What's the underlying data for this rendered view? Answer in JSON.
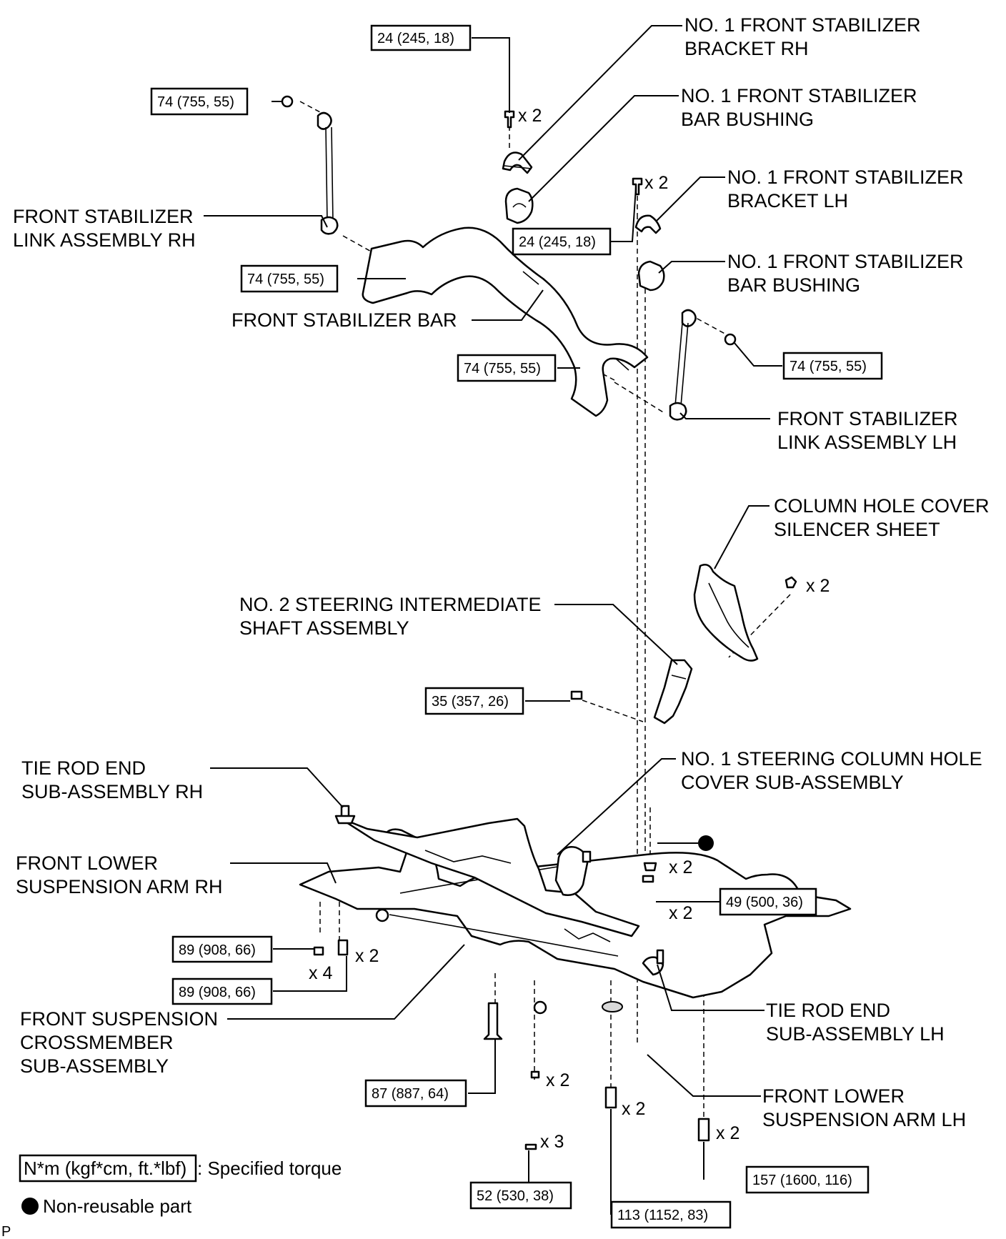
{
  "labels": {
    "bracket_rh": [
      "NO. 1 FRONT STABILIZER",
      "BRACKET RH"
    ],
    "bushing_rh": [
      "NO. 1 FRONT STABILIZER",
      "BAR BUSHING"
    ],
    "bracket_lh": [
      "NO. 1 FRONT STABILIZER",
      "BRACKET LH"
    ],
    "bushing_lh": [
      "NO. 1 FRONT STABILIZER",
      "BAR BUSHING"
    ],
    "link_rh": [
      "FRONT STABILIZER",
      "LINK ASSEMBLY RH"
    ],
    "stab_bar": [
      "FRONT STABILIZER BAR"
    ],
    "link_lh": [
      "FRONT STABILIZER",
      "LINK ASSEMBLY LH"
    ],
    "silencer": [
      "COLUMN HOLE COVER",
      "SILENCER SHEET"
    ],
    "int_shaft": [
      "NO. 2 STEERING INTERMEDIATE",
      "SHAFT ASSEMBLY"
    ],
    "hole_cover": [
      "NO. 1 STEERING COLUMN HOLE",
      "COVER SUB-ASSEMBLY"
    ],
    "tie_rod_rh": [
      "TIE ROD END",
      "SUB-ASSEMBLY RH"
    ],
    "arm_rh": [
      "FRONT LOWER",
      "SUSPENSION ARM RH"
    ],
    "crossmember": [
      "FRONT SUSPENSION",
      "CROSSMEMBER",
      "SUB-ASSEMBLY"
    ],
    "tie_rod_lh": [
      "TIE ROD END",
      "SUB-ASSEMBLY LH"
    ],
    "arm_lh": [
      "FRONT LOWER",
      "SUSPENSION ARM LH"
    ]
  },
  "torques": {
    "t_bracket_rh": "24 (245, 18)",
    "t_link_rh_top": "74 (755, 55)",
    "t_bracket_lh": "24 (245, 18)",
    "t_link_rh_bottom": "74 (755, 55)",
    "t_link_lh_bottom": "74 (755, 55)",
    "t_link_lh_top": "74 (755, 55)",
    "t_int_shaft": "35 (357, 26)",
    "t_hole_cover": "49 (500, 36)",
    "t_arm_rh_nut": "89 (908, 66)",
    "t_arm_rh_bolt": "89 (908, 66)",
    "t_cm_front": "87 (887, 64)",
    "t_cm_center": "52 (530, 38)",
    "t_cm_rear": "113 (1152, 83)",
    "t_cm_lh": "157 (1600, 116)"
  },
  "quantities": {
    "q_bracket_rh": "x 2",
    "q_bracket_lh": "x 2",
    "q_silencer": "x 2",
    "q_nonreuse": "x 2",
    "q_cover_nut": "x 2",
    "q_arm_rh_bolt": "x 2",
    "q_arm_rh_nut": "x 4",
    "q_cm_center_bolt": "x 2",
    "q_cm_center_nut": "x 3",
    "q_cm_rear": "x 2",
    "q_cm_lh": "x 2"
  },
  "legend": {
    "torque_box": "N*m (kgf*cm, ft.*lbf)",
    "torque_text": ": Specified torque",
    "nonreuse_text": "Non-reusable part"
  },
  "corner_mark": "P"
}
